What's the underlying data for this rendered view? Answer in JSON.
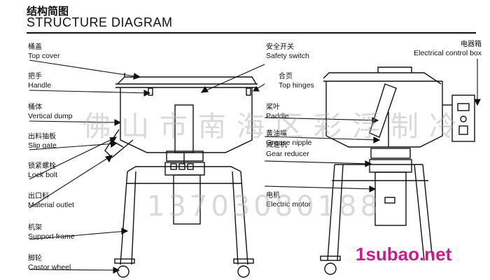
{
  "header": {
    "title_cn": "结构简图",
    "title_en": "STRUCTURE DIAGRAM"
  },
  "labels_left": [
    {
      "cn": "桶盖",
      "en": "Top cover"
    },
    {
      "cn": "把手",
      "en": "Handle"
    },
    {
      "cn": "桶体",
      "en": "Vertical dump"
    },
    {
      "cn": "出料抽板",
      "en": "Slip gate"
    },
    {
      "cn": "锁紧螺栓",
      "en": "Lock bolt"
    },
    {
      "cn": "出口料",
      "en": "Material outlet"
    },
    {
      "cn": "机架",
      "en": "Support frame"
    },
    {
      "cn": "脚轮",
      "en": "Castor wheel"
    }
  ],
  "labels_middle": [
    {
      "cn": "安全开关",
      "en": "Safety switch"
    },
    {
      "cn": "合页",
      "en": "Top hinges"
    },
    {
      "cn": "桨叶",
      "en": "Paddle"
    },
    {
      "cn": "黄油嘴",
      "en": "Grease nipple"
    },
    {
      "cn": "减速机",
      "en": "Gear reducer"
    },
    {
      "cn": "电机",
      "en": "Electric motor"
    }
  ],
  "label_right": {
    "cn": "电器箱",
    "en": "Electrical control box"
  },
  "watermark": {
    "text_cn": "佛山市南海区彩浮制冷",
    "text_phone": "13703080188"
  },
  "site": {
    "text": "1subao.net"
  },
  "colors": {
    "line": "#111111",
    "watermark": "#aaaaaa",
    "site": "#cc1c88"
  }
}
